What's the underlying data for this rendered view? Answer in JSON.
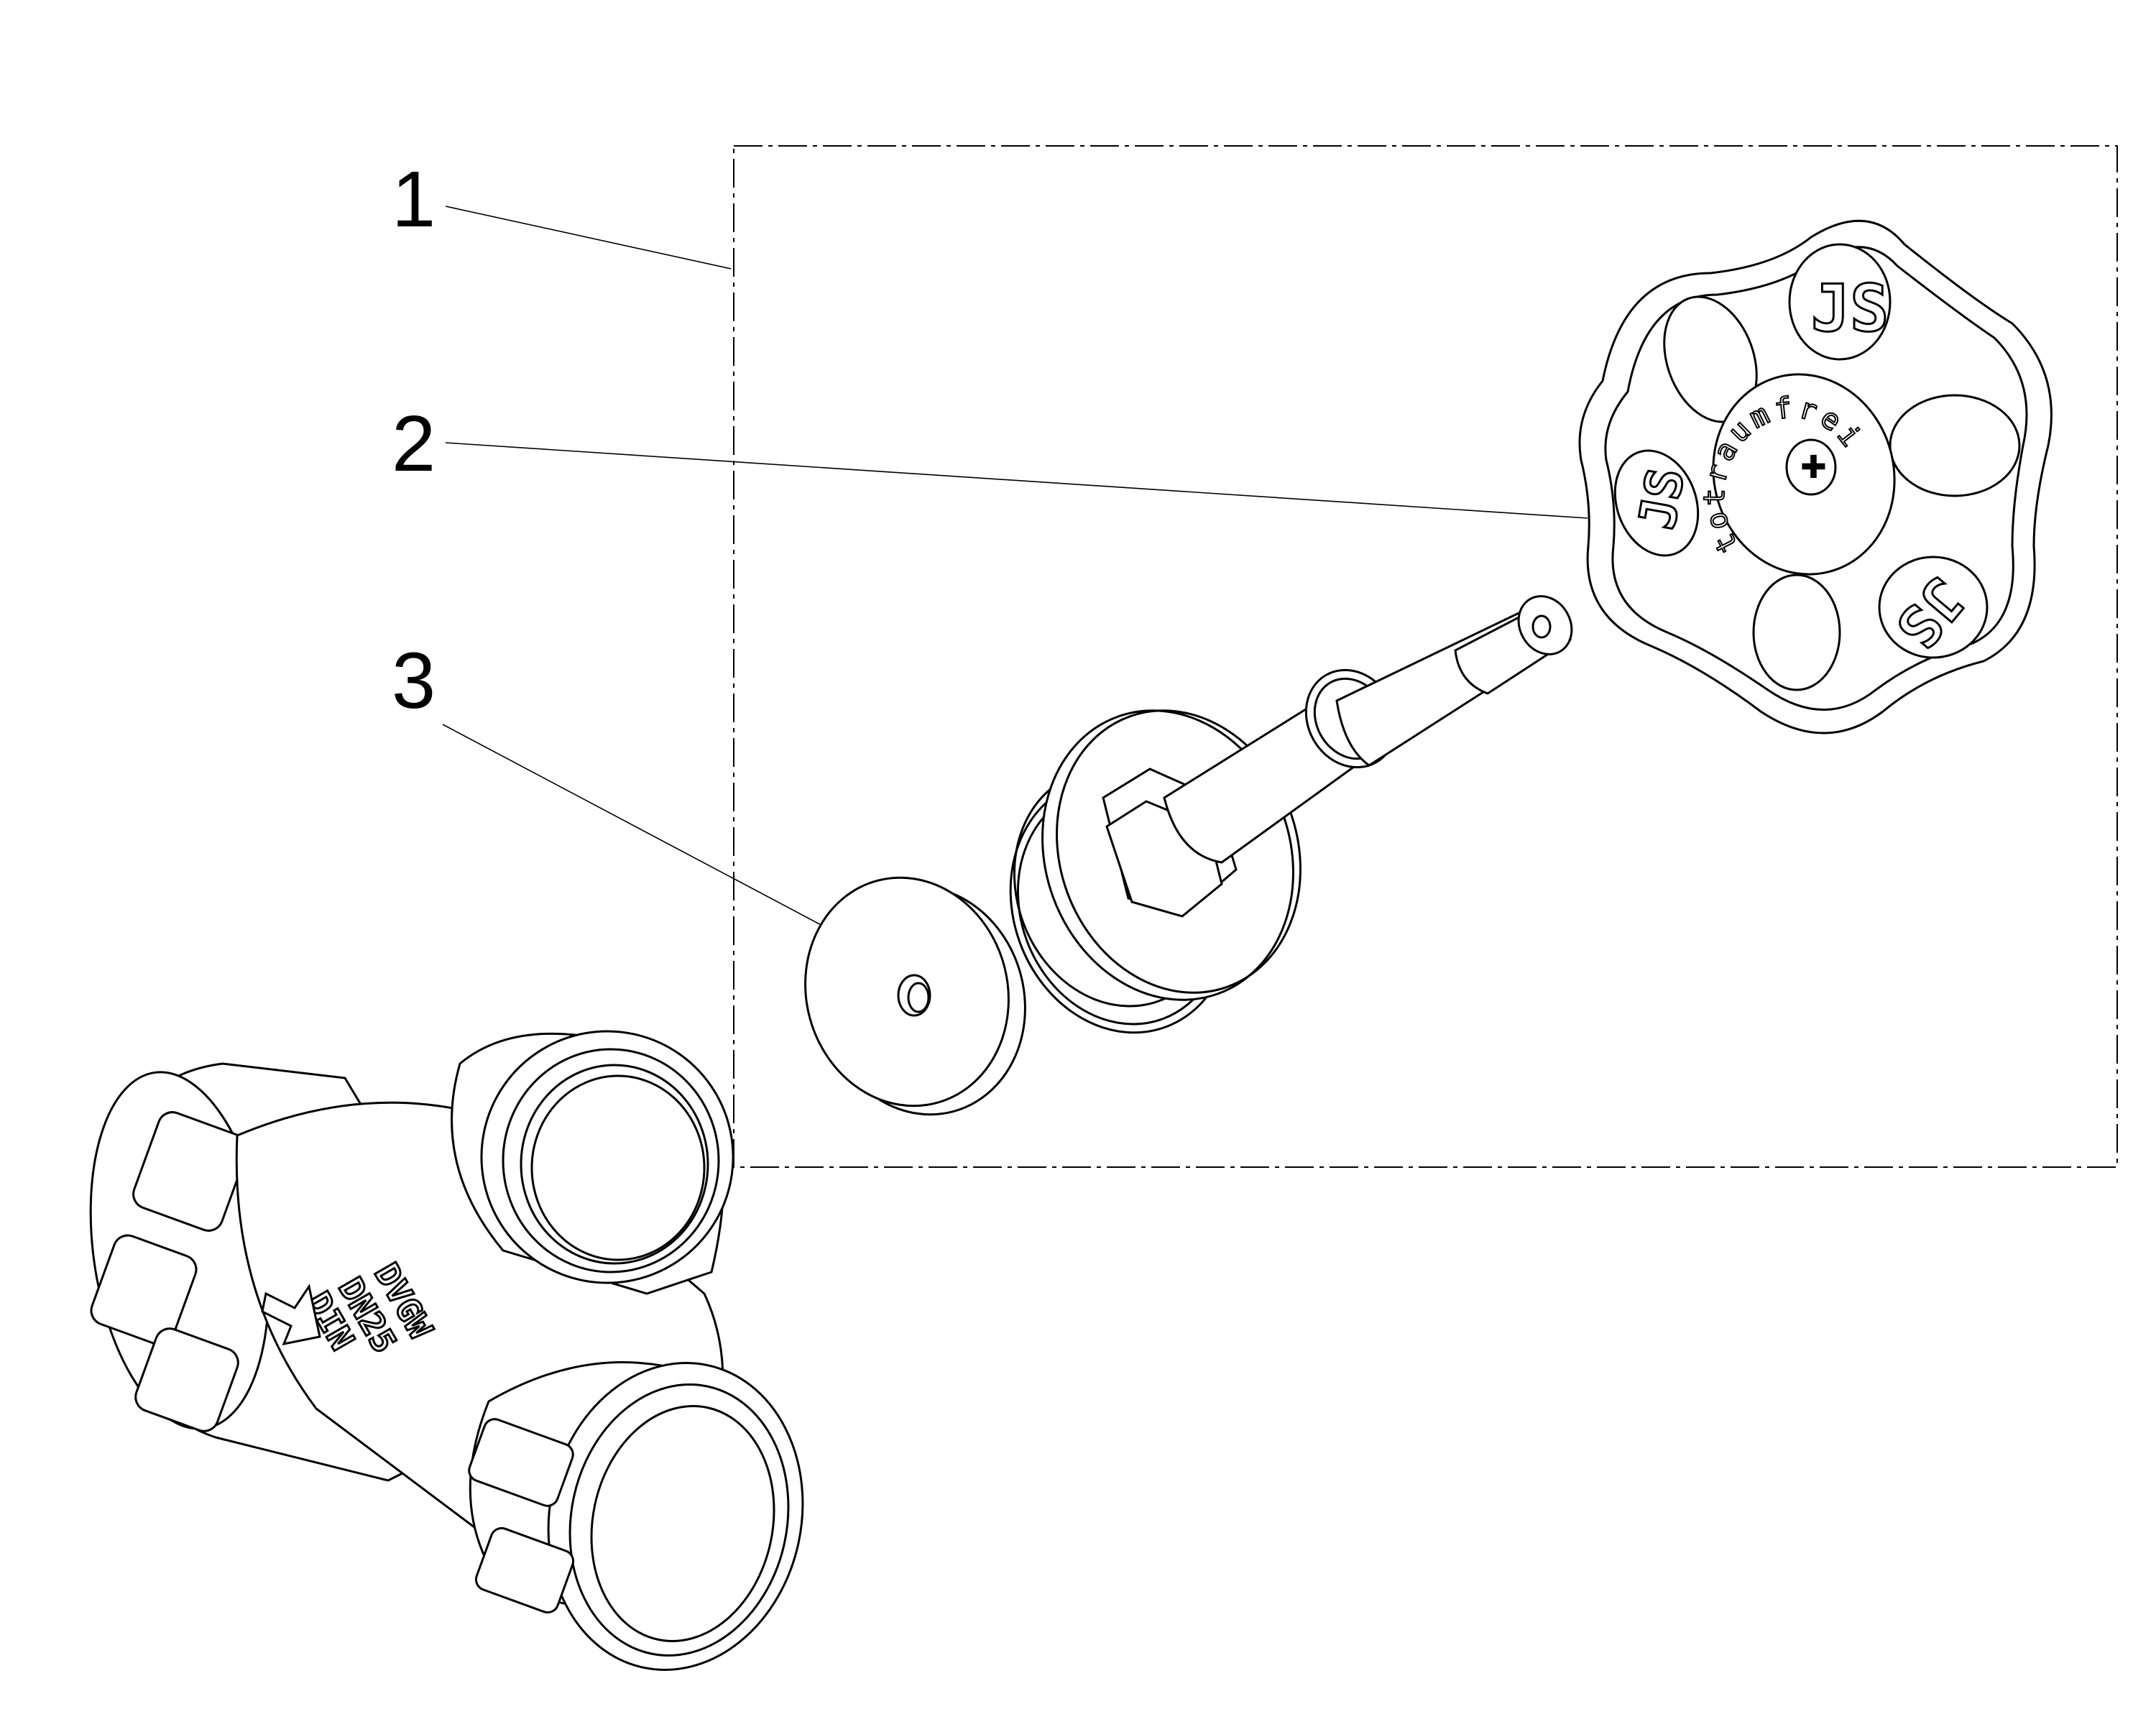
{
  "drawing": {
    "type": "exploded-view parts diagram",
    "callouts": [
      {
        "number": "1",
        "part": "bonnet-assembly-group"
      },
      {
        "number": "2",
        "part": "handwheel"
      },
      {
        "number": "3",
        "part": "valve-disc-washer"
      }
    ],
    "handwheel_lettering": {
      "brand": "JS",
      "center_text": "totraumfrei"
    },
    "valve_body_lettering": [
      "DVGW",
      "DN25",
      "DIN"
    ],
    "line_color": "#000000",
    "background_color": "#ffffff"
  }
}
